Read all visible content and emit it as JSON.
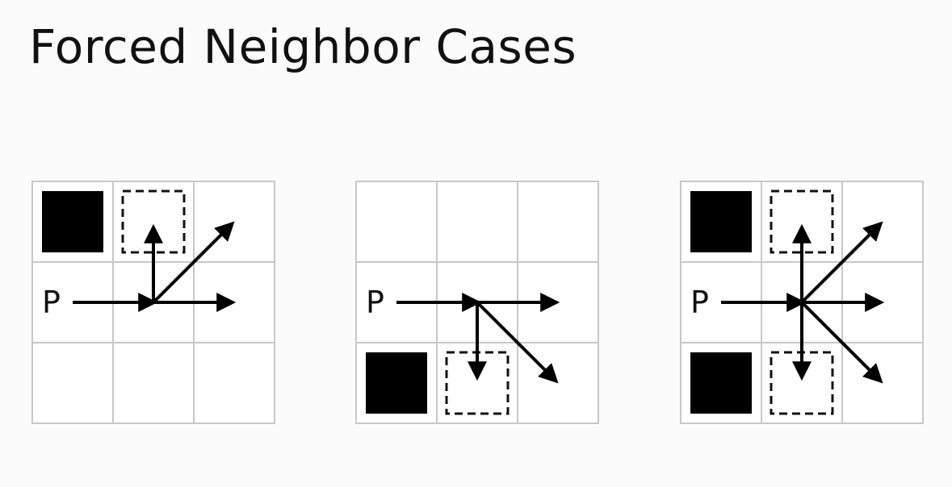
{
  "title": "Forced Neighbor Cases",
  "node_label": "P",
  "colors": {
    "background": "#fbfbfb",
    "grid_line": "#c8c8c8",
    "obstacle": "#000000",
    "arrow": "#000000"
  },
  "cases": [
    {
      "id": "case-1",
      "obstacles": [
        [
          0,
          0
        ]
      ],
      "forced_neighbors": [
        [
          0,
          1
        ]
      ],
      "arrows": [
        "N",
        "NE",
        "E"
      ]
    },
    {
      "id": "case-2",
      "obstacles": [
        [
          2,
          0
        ]
      ],
      "forced_neighbors": [
        [
          2,
          1
        ]
      ],
      "arrows": [
        "S",
        "SE",
        "E"
      ]
    },
    {
      "id": "case-3",
      "obstacles": [
        [
          0,
          0
        ],
        [
          2,
          0
        ]
      ],
      "forced_neighbors": [
        [
          0,
          1
        ],
        [
          2,
          1
        ]
      ],
      "arrows": [
        "N",
        "NE",
        "E",
        "SE",
        "S"
      ]
    }
  ]
}
